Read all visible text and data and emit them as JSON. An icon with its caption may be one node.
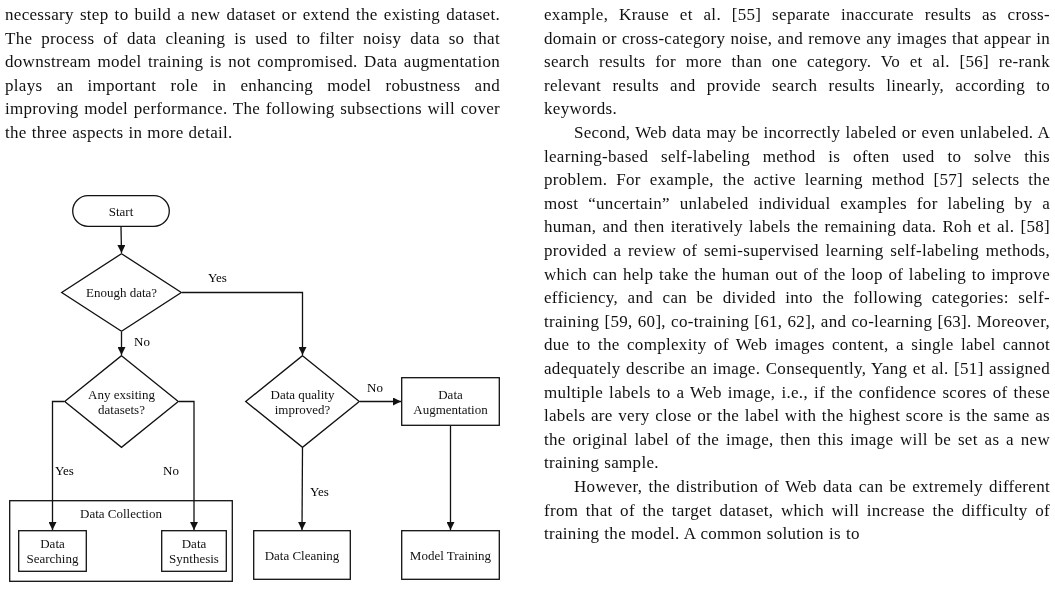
{
  "diagram": {
    "nodes": [
      {
        "text": [
          "Start"
        ]
      },
      {
        "text": [
          "Enough data?"
        ]
      },
      {
        "text": [
          "Any exsiting datasets?"
        ]
      },
      {
        "text": [
          "Data quality improved?"
        ]
      },
      {
        "text": [
          "Data Augmentation"
        ]
      },
      {
        "text": [
          "Data Collection"
        ]
      },
      {
        "text": [
          "Data Searching"
        ],
        "in": 5
      },
      {
        "text": [
          "Data Synthesis"
        ],
        "in": 5
      },
      {
        "text": [
          "Data Cleaning"
        ]
      },
      {
        "text": [
          "Model Training"
        ]
      }
    ],
    "edges": [
      {
        "from": 0,
        "to": 1,
        "arrow": "to"
      },
      {
        "from": 1,
        "to": 3,
        "arrow": "to",
        "label": "Yes"
      },
      {
        "from": 1,
        "to": 2,
        "arrow": "to",
        "label": "No"
      },
      {
        "from": 2,
        "to": 6,
        "arrow": "to",
        "label": "Yes"
      },
      {
        "from": 2,
        "to": 7,
        "arrow": "to",
        "label": "No"
      },
      {
        "from": 3,
        "to": 4,
        "arrow": "to",
        "label": "No"
      },
      {
        "from": 3,
        "to": 8,
        "arrow": "to",
        "label": "Yes"
      },
      {
        "from": 4,
        "to": 9,
        "arrow": "to"
      }
    ],
    "labels": [
      "necessary step to build a new dataset or extend the existing dataset. The process of data cleaning is used to filter noisy data so that downstream model training is not compromised. Data augmentation plays an important role in enhancing model robustness and improving model performance. The following subsections will cover the three aspects in more detail.",
      "example, Krause et al. [55] separate inaccurate results as cross-domain or cross-category noise, and remove any images that appear in search results for more than one category. Vo et al. [56] re-rank relevant results and provide search results linearly, according to keywords.",
      "Second, Web data may be incorrectly labeled or even unlabeled. A learning-based self-labeling method is often used to solve this problem. For example, the active learning method [57] selects the most “uncertain” unlabeled individual examples for labeling by a human, and then iteratively labels the remaining data. Roh et al. [58] provided a review of semi-supervised learning self-labeling methods, which can help take the human out of the loop of labeling to improve efficiency, and can be divided into the following categories: self-training [59, 60], co-training [61, 62], and co-learning [63]. Moreover, due to the complexity of Web images content, a single label cannot adequately describe an image. Consequently, Yang et al. [51] assigned multiple labels to a Web image, i.e., if the confidence scores of these labels are very close or the label with the highest score is the same as the original label of the image, then this image will be set as a new training sample.",
      "However, the distribution of Web data can be extremely different from that of the target dataset, which will increase the difficulty of training the model. A common solution is to"
    ]
  }
}
